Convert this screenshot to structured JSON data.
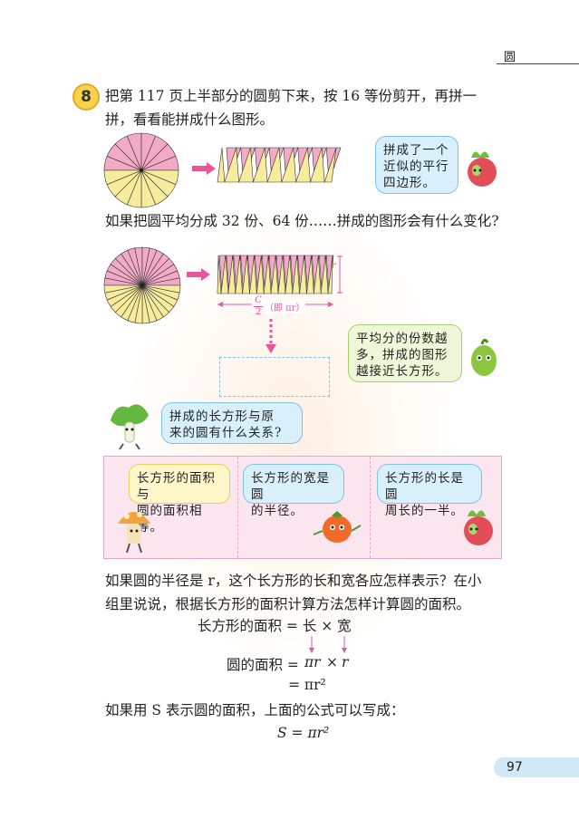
{
  "header": {
    "chapter": "圆"
  },
  "problem": {
    "number": "8",
    "text_line1": "把第 117 页上半部分的圆剪下来，按 16 等份剪开，再拼一",
    "text_line2": "拼，看看能拼成什么图形。",
    "bubble1": [
      "拼成了一个",
      "近似的平行",
      "四边形。"
    ],
    "question2": "如果把圆平均分成 32 份、64 份……拼成的图形会有什么变化?",
    "width_label_c": "C",
    "width_label_2": "2",
    "width_label_paren": "（即 πr）",
    "height_label": "r",
    "bubble2": [
      "平均分的份数越",
      "多，拼成的图形",
      "越接近长方形。"
    ],
    "bubble3": [
      "拼成的长方形与原",
      "来的圆有什么关系?"
    ],
    "panel_bubbles": [
      [
        "长方形的面积与",
        "圆的面积相等。"
      ],
      [
        "长方形的宽是圆",
        "的半径。"
      ],
      [
        "长方形的长是圆",
        "周长的一半。"
      ]
    ],
    "text3_line1": "如果圆的半径是 r，这个长方形的长和宽各应怎样表示？在小",
    "text3_line2": "组里说说，根据长方形的面积计算方法怎样计算圆的面积。",
    "formula1": "长方形的面积 = 长 × 宽",
    "formula2_left": "圆的面积 =",
    "formula2_a": "πr",
    "formula2_times": "×",
    "formula2_b": "r",
    "formula3": "= πr²",
    "text4": "如果用 S 表示圆的面积，上面的公式可以写成：",
    "formula4": "S = πr²"
  },
  "colors": {
    "pink": "#f3aac6",
    "yellow": "#f7ec9c",
    "accent_arrow": "#e8559a",
    "panel_bg": "#fbe5ee"
  },
  "footer": {
    "page_number": "97"
  }
}
